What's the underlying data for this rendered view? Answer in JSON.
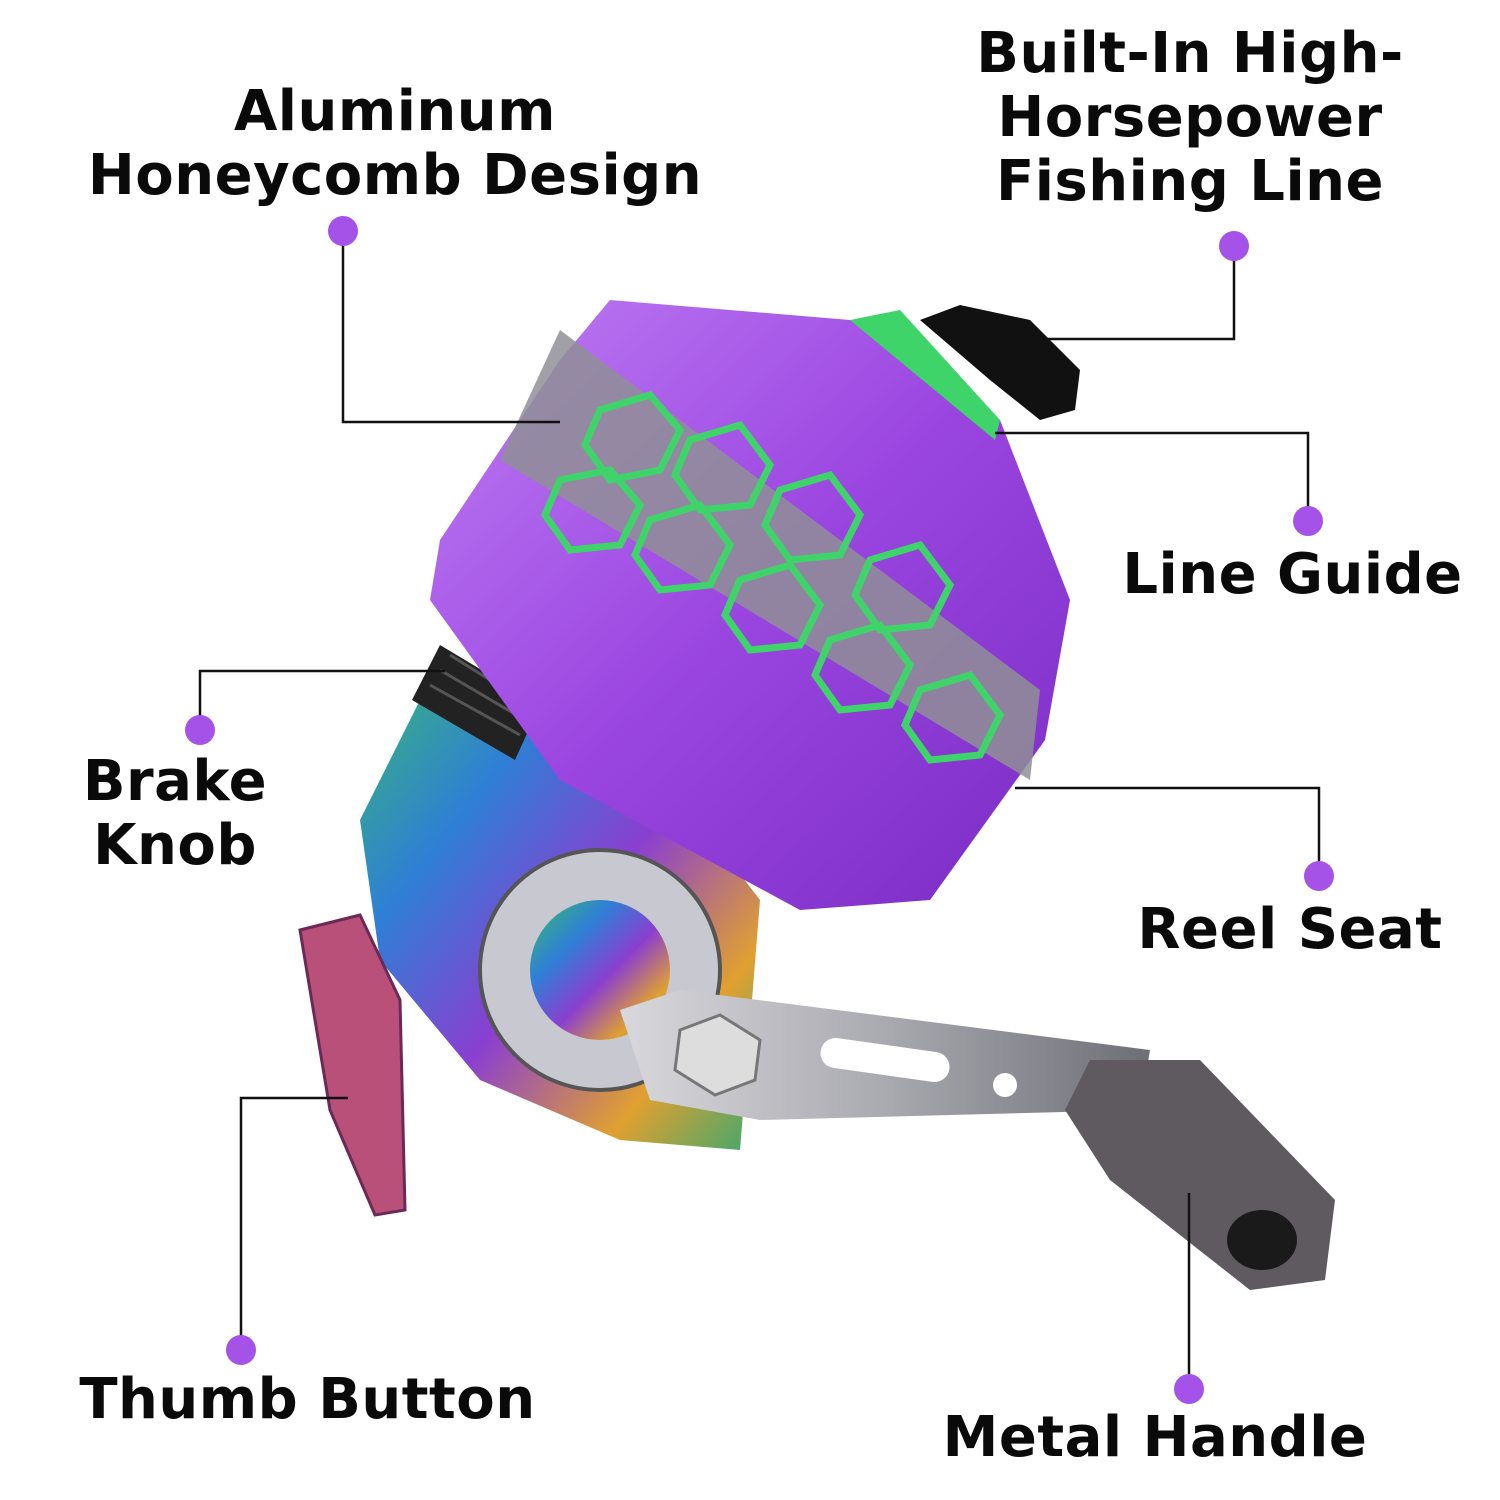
{
  "callouts": {
    "honeycomb": {
      "lines": [
        "Aluminum",
        "Honeycomb Design"
      ]
    },
    "fishing_line": {
      "lines": [
        "Built-In High-",
        "Horsepower",
        "Fishing Line"
      ]
    },
    "line_guide": {
      "lines": [
        "Line Guide"
      ]
    },
    "brake_knob": {
      "lines": [
        "Brake",
        "Knob"
      ]
    },
    "reel_seat": {
      "lines": [
        "Reel Seat"
      ]
    },
    "thumb_button": {
      "lines": [
        "Thumb Button"
      ]
    },
    "metal_handle": {
      "lines": [
        "Metal Handle"
      ]
    }
  },
  "colors": {
    "dot": "#a552e8",
    "leader": "#111111",
    "body_purple": "#9b4fe0",
    "honeycomb_green": "#3fd46a"
  }
}
